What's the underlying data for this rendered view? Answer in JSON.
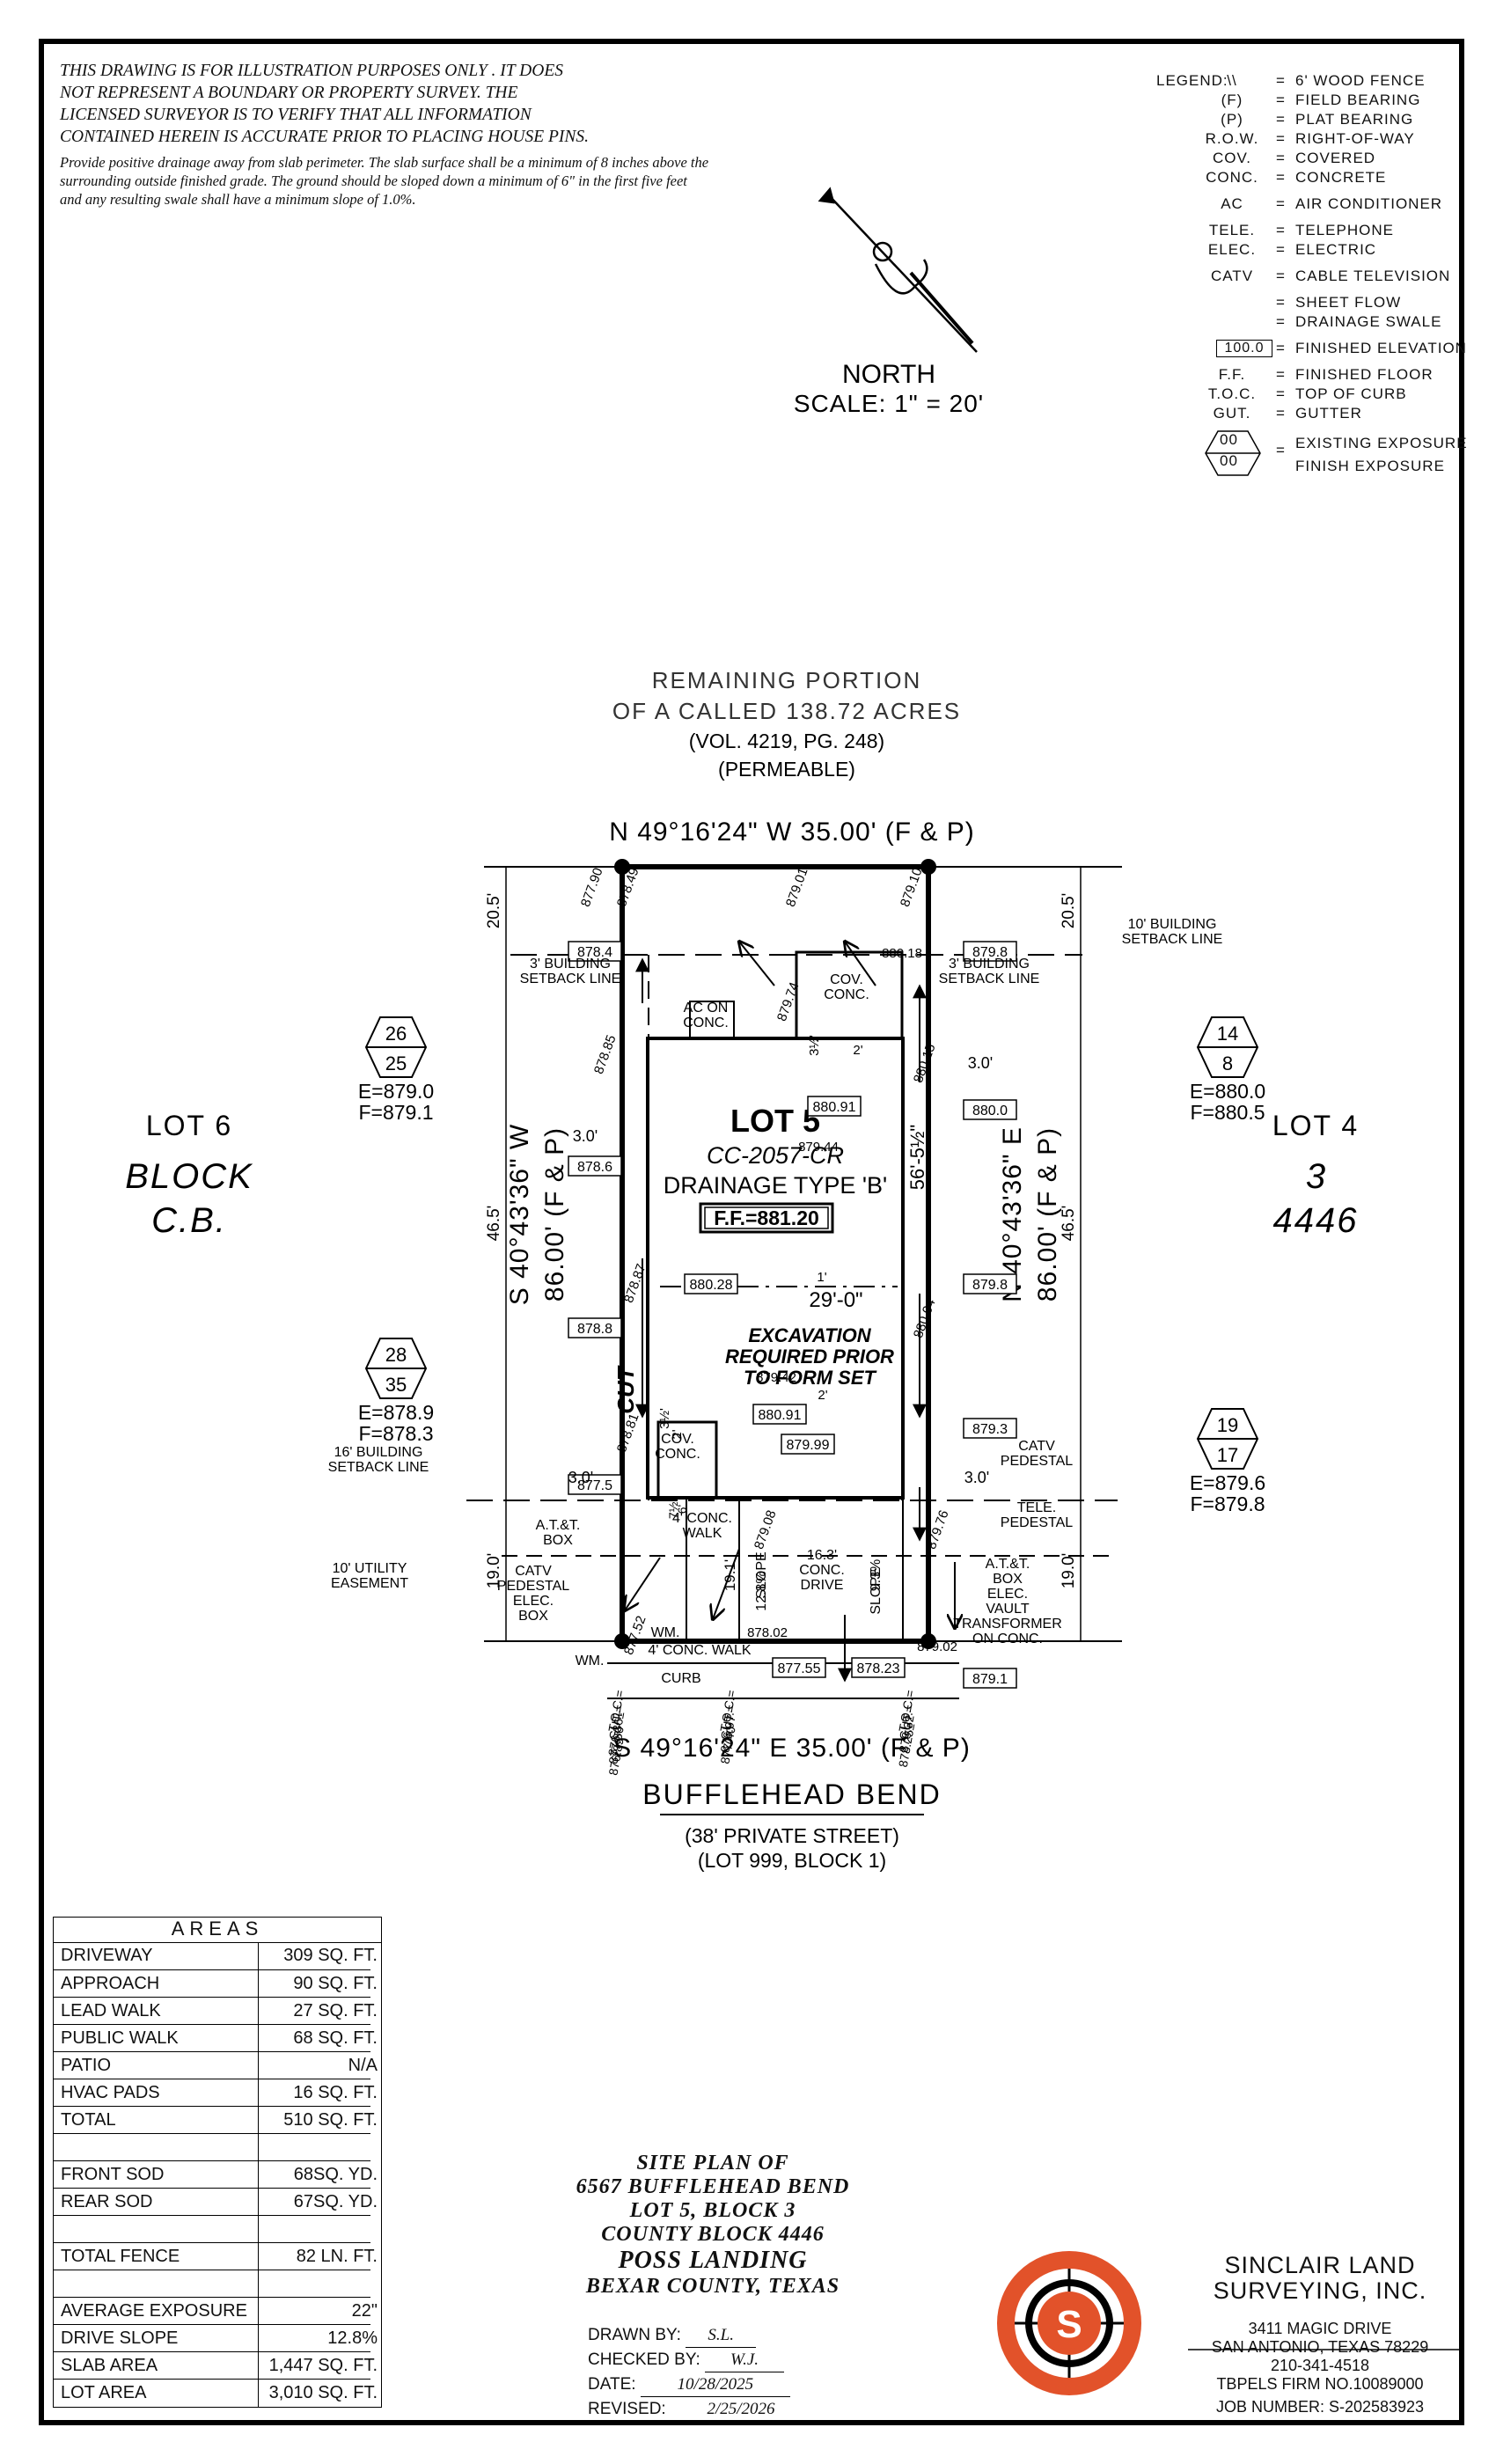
{
  "disclaimer_lines": [
    "THIS DRAWING IS FOR ILLUSTRATION PURPOSES ONLY . IT DOES",
    "NOT REPRESENT A BOUNDARY OR PROPERTY SURVEY. THE",
    "LICENSED SURVEYOR IS TO VERIFY THAT ALL INFORMATION",
    "CONTAINED HEREIN IS ACCURATE PRIOR TO PLACING HOUSE PINS."
  ],
  "drainage_note": "Provide positive drainage away from slab perimeter. The slab surface shall be a minimum of 8 inches above the surrounding outside finished grade. The ground should be sloped down a minimum of 6\" in the first five feet and any resulting swale shall have a minimum slope of 1.0%.",
  "north": {
    "label": "NORTH",
    "scale": "SCALE: 1\" = 20'"
  },
  "legend": {
    "title": "LEGEND:",
    "items": [
      {
        "sym": "\\\\",
        "desc": "6' WOOD FENCE"
      },
      {
        "sym": "(F)",
        "desc": "FIELD BEARING"
      },
      {
        "sym": "(P)",
        "desc": "PLAT BEARING"
      },
      {
        "sym": "R.O.W.",
        "desc": "RIGHT-OF-WAY"
      },
      {
        "sym": "COV.",
        "desc": "COVERED"
      },
      {
        "sym": "CONC.",
        "desc": "CONCRETE"
      },
      {
        "sym": "AC",
        "desc": "AIR CONDITIONER"
      },
      {
        "sym": "TELE.",
        "desc": "TELEPHONE"
      },
      {
        "sym": "ELEC.",
        "desc": "ELECTRIC"
      },
      {
        "sym": "CATV",
        "desc": "CABLE TELEVISION"
      },
      {
        "sym": "",
        "desc": "SHEET FLOW"
      },
      {
        "sym": "",
        "desc": "DRAINAGE SWALE"
      },
      {
        "sym": "100.0",
        "desc": "FINISHED ELEVATION"
      },
      {
        "sym": "F.F.",
        "desc": "FINISHED FLOOR"
      },
      {
        "sym": "T.O.C.",
        "desc": "TOP OF CURB"
      },
      {
        "sym": "GUT.",
        "desc": "GUTTER"
      }
    ],
    "exposure_sym_top": "00",
    "exposure_sym_bottom": "00",
    "exposure_desc_1": "EXISTING EXPOSURE",
    "exposure_desc_2": "FINISH EXPOSURE"
  },
  "remaining": {
    "line1": "REMAINING PORTION",
    "line2": "OF A CALLED 138.72 ACRES",
    "line3": "(VOL. 4219, PG. 248)",
    "line4": "(PERMEABLE)"
  },
  "bearings": {
    "top": "N 49°16'24\" W 35.00' (F & P)",
    "bottom": "S 49°16'24\" E 35.00' (F & P)",
    "left": "S 40°43'36\" W",
    "left2": "86.00' (F & P)",
    "right": "N 40°43'36\" E",
    "right2": "86.00' (F & P)"
  },
  "lots": {
    "lot6": "LOT 6",
    "block_left": "BLOCK",
    "cb": "C.B.",
    "lot4": "LOT 4",
    "block_right_num": "3",
    "block_right_cb": "4446"
  },
  "lot5": {
    "title": "LOT 5",
    "plan": "CC-2057-CR",
    "drainage": "DRAINAGE TYPE 'B'",
    "ff": "F.F.=881.20",
    "excavation": [
      "EXCAVATION",
      "REQUIRED PRIOR",
      "TO FORM SET"
    ],
    "width": "29'-0\"",
    "depth": "56'-5½\"",
    "cut": "CUT"
  },
  "exposures": {
    "left_top": {
      "a": "26",
      "b": "25",
      "e": "E=879.0",
      "f": "F=879.1"
    },
    "left_bottom": {
      "a": "28",
      "b": "35",
      "e": "E=878.9",
      "f": "F=878.3"
    },
    "right_top": {
      "a": "14",
      "b": "8",
      "e": "E=880.0",
      "f": "F=880.5"
    },
    "right_bottom": {
      "a": "19",
      "b": "17",
      "e": "E=879.6",
      "f": "F=879.8"
    }
  },
  "boxed_elevations": [
    "878.4",
    "879.8",
    "880.91",
    "880.0",
    "878.6",
    "880.28",
    "879.8",
    "878.8",
    "880.91",
    "879.99",
    "879.3",
    "877.5",
    "877.55",
    "878.23",
    "879.1"
  ],
  "spot_elevations": [
    "877.90",
    "878.49",
    "879.01",
    "879.10",
    "880.18",
    "879.74",
    "878.85",
    "880.15",
    "879.44",
    "878.87",
    "880.04",
    "879.42",
    "878.81",
    "879.08",
    "879.76",
    "877.52",
    "878.02",
    "879.02"
  ],
  "site_labels": {
    "setback_10": [
      "10' BUILDING",
      "SETBACK LINE"
    ],
    "setback_3_left": [
      "3' BUILDING",
      "SETBACK LINE"
    ],
    "setback_3_right": [
      "3' BUILDING",
      "SETBACK LINE"
    ],
    "setback_16": [
      "16' BUILDING",
      "SETBACK LINE"
    ],
    "utility": [
      "10' UTILITY",
      "EASEMENT"
    ],
    "ac": [
      "AC ON",
      "CONC."
    ],
    "cov_top": [
      "COV.",
      "CONC."
    ],
    "cov_bottom": [
      "COV.",
      "CONC."
    ],
    "walk": [
      "4' CONC.",
      "WALK"
    ],
    "walk_front": "4' CONC. WALK",
    "curb": "CURB",
    "drive": [
      "16.3'",
      "CONC.",
      "DRIVE"
    ],
    "slope_left": [
      "SLOPE",
      "12.8%"
    ],
    "slope_right": [
      "9.3%",
      "SLOPE"
    ],
    "att": [
      "A.T.&T.",
      "BOX"
    ],
    "catv_left": [
      "CATV",
      "PEDESTAL",
      "ELEC.",
      "BOX"
    ],
    "catv_right": [
      "CATV",
      "PEDESTAL"
    ],
    "tele": [
      "TELE.",
      "PEDESTAL"
    ],
    "att_right": [
      "A.T.&T.",
      "BOX",
      "ELEC.",
      "VAULT",
      "TRANSFORMER",
      "ON CONC."
    ],
    "wm_left": "WM.",
    "wm_right": "WM.",
    "dim_20_5": "20.5'",
    "dim_46_5": "46.5'",
    "dim_19_0": "19.0'",
    "dim_3_0": "3.0'",
    "dim_19_1": "19.1'",
    "dim_1": "1'",
    "dim_2": "2'",
    "dim_3_5": "3½'",
    "dim_6": "6'",
    "dim_7_5": "7½'",
    "toc_left": [
      "T.O.C.=",
      "GUT.=",
      "876.36±",
      "877.36",
      "876.89"
    ],
    "toc_mid": [
      "T.O.C.=",
      "GUT.=",
      "876.97",
      "877.40"
    ],
    "toc_right": [
      "T.O.C.=",
      "GUT.=",
      "878.32",
      "878.25±"
    ]
  },
  "street": {
    "name": "BUFFLEHEAD BEND",
    "line2": "(38' PRIVATE STREET)",
    "line3": "(LOT 999, BLOCK 1)"
  },
  "areas": {
    "title": "AREAS",
    "rows": [
      {
        "label": "DRIVEWAY",
        "value": "309 SQ. FT."
      },
      {
        "label": "APPROACH",
        "value": "90 SQ. FT."
      },
      {
        "label": "LEAD WALK",
        "value": "27 SQ. FT."
      },
      {
        "label": "PUBLIC WALK",
        "value": "68 SQ. FT."
      },
      {
        "label": "PATIO",
        "value": "N/A"
      },
      {
        "label": "HVAC PADS",
        "value": "16 SQ. FT."
      },
      {
        "label": "TOTAL",
        "value": "510 SQ. FT."
      },
      {
        "label": "",
        "value": ""
      },
      {
        "label": "FRONT SOD",
        "value": "68SQ. YD."
      },
      {
        "label": "REAR SOD",
        "value": "67SQ. YD."
      },
      {
        "label": "",
        "value": ""
      },
      {
        "label": "TOTAL FENCE",
        "value": "82 LN. FT."
      },
      {
        "label": "",
        "value": ""
      },
      {
        "label": "AVERAGE EXPOSURE",
        "value": "22\""
      },
      {
        "label": "DRIVE SLOPE",
        "value": "12.8%"
      },
      {
        "label": "SLAB AREA",
        "value": "1,447 SQ. FT."
      },
      {
        "label": "LOT AREA",
        "value": "3,010 SQ. FT."
      }
    ]
  },
  "site_plan": {
    "lines": [
      "SITE PLAN OF",
      "6567 BUFFLEHEAD BEND",
      "LOT 5, BLOCK 3",
      "COUNTY BLOCK 4446"
    ],
    "name": "POSS LANDING",
    "county": "BEXAR COUNTY, TEXAS"
  },
  "drawn": {
    "drawn_label": "DRAWN BY:",
    "drawn_value": "S.L.",
    "checked_label": "CHECKED BY:",
    "checked_value": "W.J.",
    "date_label": "DATE:",
    "date_value": "10/28/2025",
    "revised_label": "REVISED:",
    "revised_value": "2/25/2026"
  },
  "company": {
    "logo_letter": "S",
    "name1": "SINCLAIR LAND",
    "name2": "SURVEYING, INC.",
    "address1": "3411 MAGIC DRIVE",
    "address2": "SAN ANTONIO, TEXAS 78229",
    "phone": "210-341-4518",
    "firm": "TBPELS FIRM NO.10089000",
    "job": "JOB NUMBER:  S-202583923",
    "logo_color": "#e2522a"
  }
}
